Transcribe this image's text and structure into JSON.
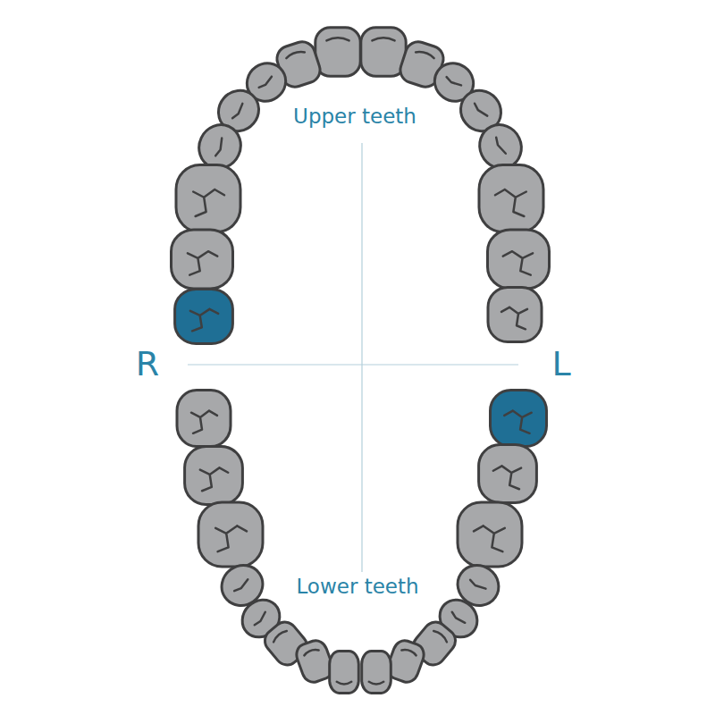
{
  "diagram": {
    "labels": [
      "Upper teeth",
      "R",
      "L",
      "Lower teeth"
    ]
  }
}
